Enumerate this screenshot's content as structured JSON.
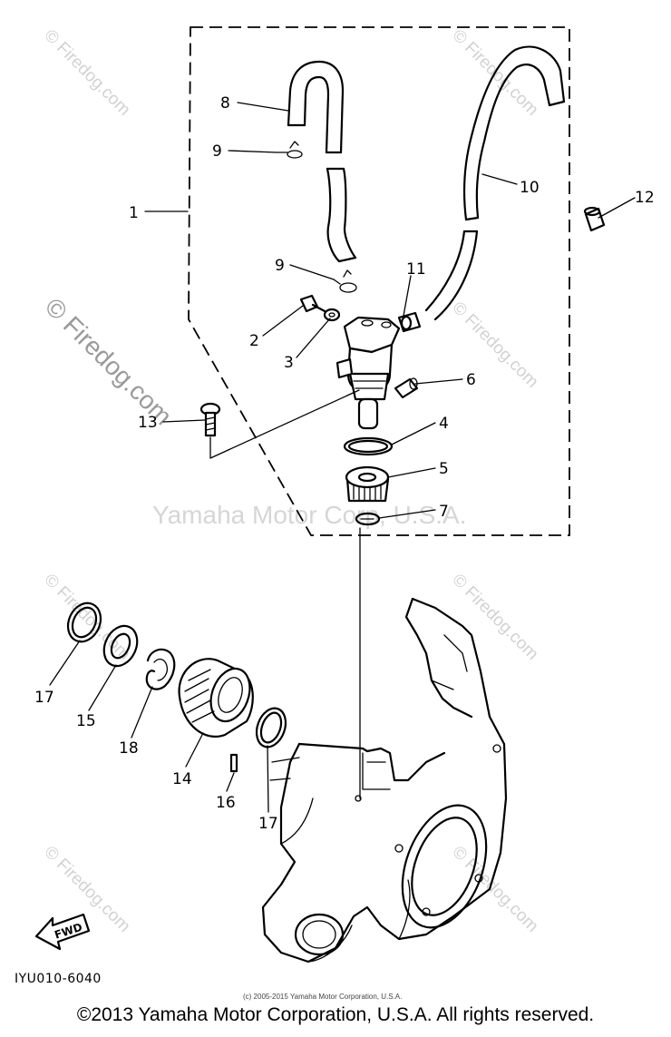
{
  "watermarks": {
    "firedog": "© Firedog.com",
    "center": "Yamaha Motor Corp, U.S.A."
  },
  "labels": {
    "l1": "1",
    "l2": "2",
    "l3": "3",
    "l4": "4",
    "l5": "5",
    "l6": "6",
    "l7": "7",
    "l8": "8",
    "l9a": "9",
    "l9b": "9",
    "l10": "10",
    "l11": "11",
    "l12": "12",
    "l13": "13",
    "l14": "14",
    "l15": "15",
    "l16": "16",
    "l17a": "17",
    "l17b": "17",
    "l18": "18"
  },
  "fwd_label": "FWD",
  "drawing_code": "IYU010-6040",
  "small_copyright": "(c) 2005-2015 Yamaha Motor Corporation, U.S.A.",
  "footer": "©2013 Yamaha Motor Corporation, U.S.A. All rights reserved."
}
